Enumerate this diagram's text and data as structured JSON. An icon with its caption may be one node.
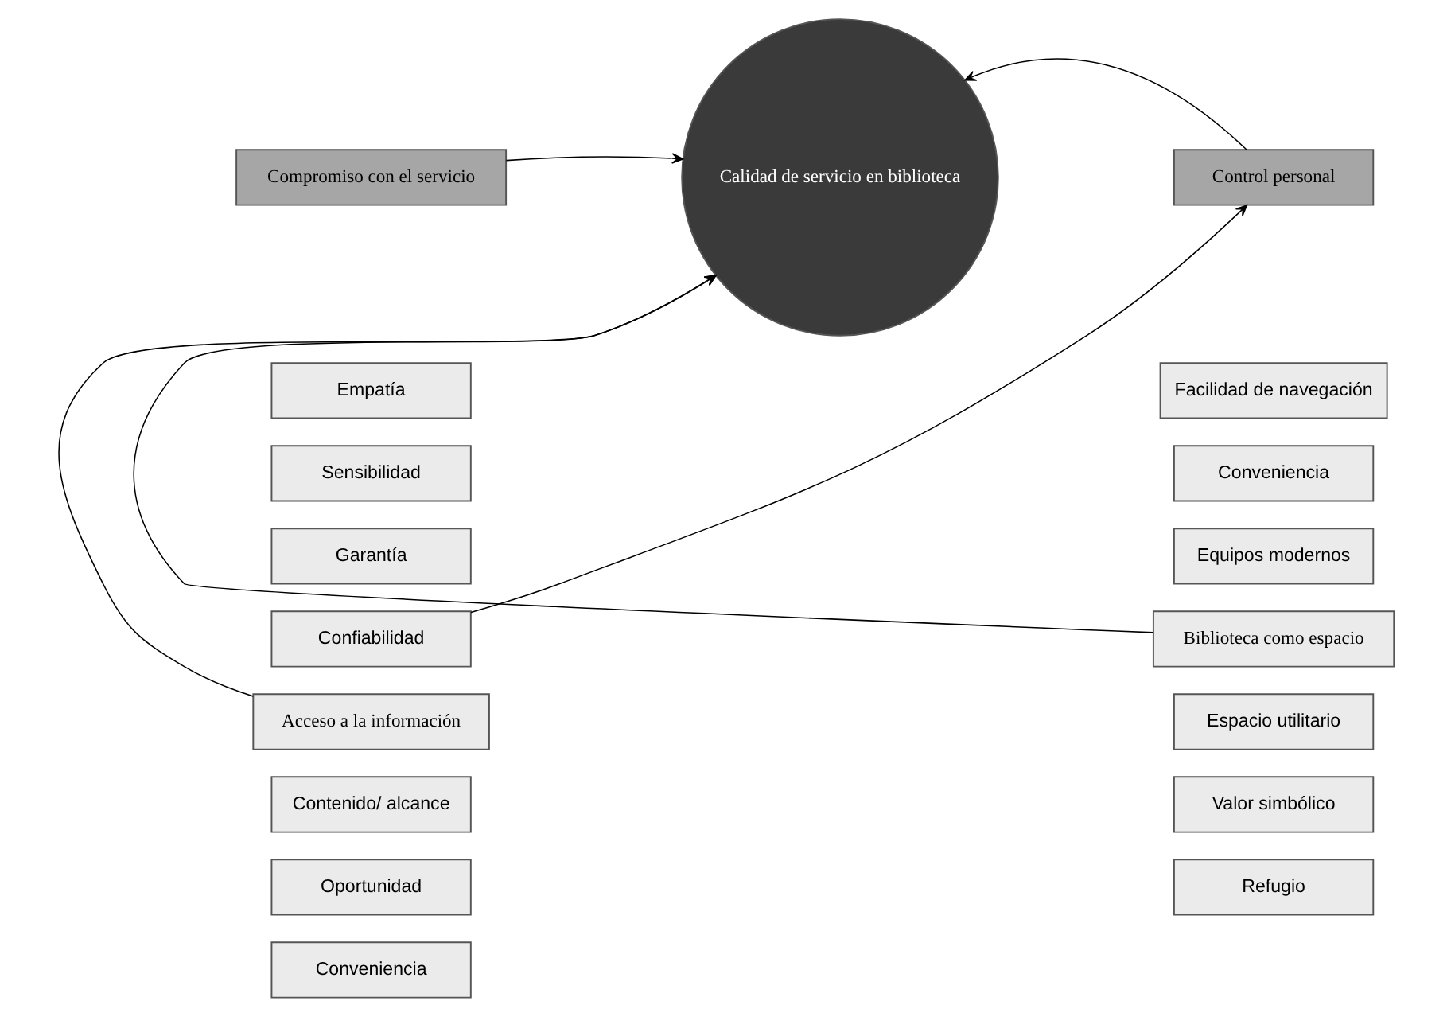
{
  "diagram": {
    "nodes": [
      {
        "text": [
          "Calidad de servicio en biblioteca"
        ]
      },
      {
        "text": [
          "Compromiso con el servicio"
        ]
      },
      {
        "text": [
          "Empatía"
        ]
      },
      {
        "text": [
          "Sensibilidad"
        ]
      },
      {
        "text": [
          "Garantía"
        ]
      },
      {
        "text": [
          "Confiabilidad"
        ]
      },
      {
        "text": [
          "Acceso a la información"
        ]
      },
      {
        "text": [
          "Contenido/ alcance"
        ]
      },
      {
        "text": [
          "Oportunidad"
        ]
      },
      {
        "text": [
          "Conveniencia"
        ]
      },
      {
        "text": [
          "Control personal"
        ]
      },
      {
        "text": [
          "Facilidad de navegación"
        ]
      },
      {
        "text": [
          "Conveniencia"
        ]
      },
      {
        "text": [
          "Equipos modernos"
        ]
      },
      {
        "text": [
          "Biblioteca como espacio"
        ]
      },
      {
        "text": [
          "Espacio utilitario"
        ]
      },
      {
        "text": [
          "Valor simbólico"
        ]
      },
      {
        "text": [
          "Refugio"
        ]
      }
    ],
    "edges": [
      {
        "from": 1,
        "to": 0,
        "arrow": "to"
      },
      {
        "from": 10,
        "to": 0,
        "arrow": "to"
      },
      {
        "from": 6,
        "to": 0,
        "arrow": "to"
      },
      {
        "from": 5,
        "to": 10,
        "arrow": "to"
      },
      {
        "from": 14,
        "to": 0,
        "arrow": "to"
      }
    ]
  }
}
